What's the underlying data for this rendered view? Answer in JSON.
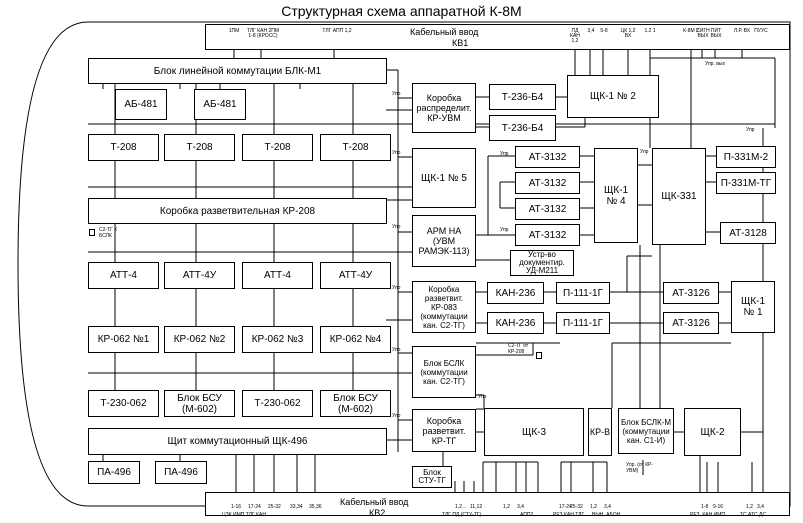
{
  "title": "Структурная схема аппаратной К-8М",
  "cable_top": {
    "label": "Кабельный ввод",
    "id": "КВ1"
  },
  "cable_bottom": {
    "label": "Кабельный ввод",
    "id": "КВ2"
  },
  "top_connectors": [
    "1ПМ",
    "ТЛГ КАН 2ПМ 1-8 (КРОСС)",
    "ТЛГ АПП 1,2",
    "ПД КАН 1,2",
    "3,4",
    "5-8",
    "ЦК 1,2 ВХ",
    "1,2 1",
    "К-8М 2",
    "СИГН ВЫХ",
    "ПИТ ВЫХ",
    "Л.Р. ВХ",
    "ПУУС"
  ],
  "bottom_connectors": [
    "1-16",
    "17-24",
    "25-32",
    "33,34",
    "35,36",
    "1,2...",
    "11,12",
    "1,2",
    "3,4",
    "17-24",
    "25-32",
    "1,2",
    "3,4",
    "1-8",
    "9-16",
    "1,2",
    "3,4"
  ],
  "bottom_groups": [
    "ЦЗК ИМП ТЛГ КАН",
    "ТЛГ ПД (СТУ-ТГ)",
    "АПП2",
    "РЕЗ КАН ТЛГ",
    "ВЫН. АБОН",
    "РЕЗ. КАН ИМП",
    "ТС АТС ДС"
  ],
  "blocks": {
    "blk_m1": "Блок линейной коммутации БЛК-М1",
    "ab481_1": "АБ-481",
    "ab481_2": "АБ-481",
    "t208_1": "Т-208",
    "t208_2": "Т-208",
    "t208_3": "Т-208",
    "t208_4": "Т-208",
    "kr208": "Коробка разветвительная КР-208",
    "att4_1": "АТТ-4",
    "att4u_1": "АТТ-4У",
    "att4_2": "АТТ-4",
    "att4u_2": "АТТ-4У",
    "kr062_1": "КР-062 №1",
    "kr062_2": "КР-062 №2",
    "kr062_3": "КР-062 №3",
    "kr062_4": "КР-062 №4",
    "t230_1": "Т-230-062",
    "bsu_1": "Блок БСУ (М-602)",
    "t230_2": "Т-230-062",
    "bsu_2": "Блок БСУ (М-602)",
    "shk496": "Щит коммутационный ЩК-496",
    "pa496_1": "ПА-496",
    "pa496_2": "ПА-496",
    "kr_uvm": "Коробка распределит. КР-УВМ",
    "shk1_5": "ЩК-1 № 5",
    "arm": "АРМ НА (УВМ РАМЭК-113)",
    "doc": "Устр-во документир. УД-М211",
    "kr083": "Коробка разветвит. КР-083 (коммутации кан. С2-ТГ)",
    "bslk": "Блок БСЛК (коммутации кан. С2-ТГ)",
    "kr_tg": "Коробка разветвит. КР-ТГ",
    "stu_tg": "Блок СТУ-ТГ",
    "t236_1": "Т-236-Б4",
    "t236_2": "Т-236-Б4",
    "shk1_2": "ЩК-1 № 2",
    "at3132_1": "АТ-3132",
    "at3132_2": "АТ-3132",
    "at3132_3": "АТ-3132",
    "at3132_4": "АТ-3132",
    "shk1_4": "ЩК-1 № 4",
    "shk331": "ЩК-331",
    "p331m2": "П-331М-2",
    "p331mtg": "П-331М-ТГ",
    "at3128": "АТ-3128",
    "kan236_1": "КАН-236",
    "kan236_2": "КАН-236",
    "p111_1": "П-111-1Г",
    "p111_2": "П-111-1Г",
    "at3126_1": "АТ-3126",
    "at3126_2": "АТ-3126",
    "shk1_1": "ЩК-1 № 1",
    "shk3": "ЩК-3",
    "krv": "КР-В",
    "bslk_m": "Блок БСЛК-М (коммутации кан. С1-И)",
    "shk2": "ЩК-2"
  },
  "notes": {
    "note_c2": "С2-ТГ К БСЛК",
    "note_kr208": "С2-ТГ от КР-208",
    "note_upr": "Упр. (от КР-УВМ)"
  },
  "small_labels": [
    "Упр",
    "Упр",
    "Упр",
    "Упр",
    "Упр",
    "Упр",
    "Упр",
    "Упр",
    "Упр",
    "Упр",
    "Упр. вых",
    "Упр"
  ]
}
